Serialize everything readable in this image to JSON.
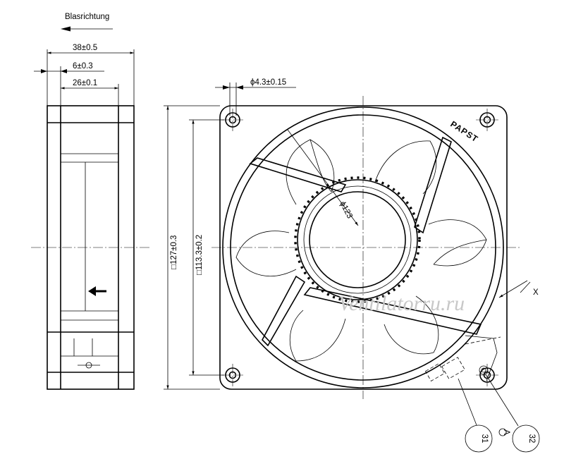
{
  "labels": {
    "airflow": "Blasrichtung",
    "brand": "PAPST",
    "detail_x": "X",
    "callout_31": "31",
    "callout_32": "32",
    "note_a": "A"
  },
  "dimensions": {
    "depth_total": "38±0.5",
    "flange": "6±0.3",
    "inner_depth": "26±0.1",
    "hole_diameter": "ϕ4.3±0.15",
    "frame_size": "□127±0.3",
    "hole_spacing": "□113.3±0.2",
    "venturi_diameter": "ϕ123"
  },
  "watermark": "Ventilatorru.ru"
}
